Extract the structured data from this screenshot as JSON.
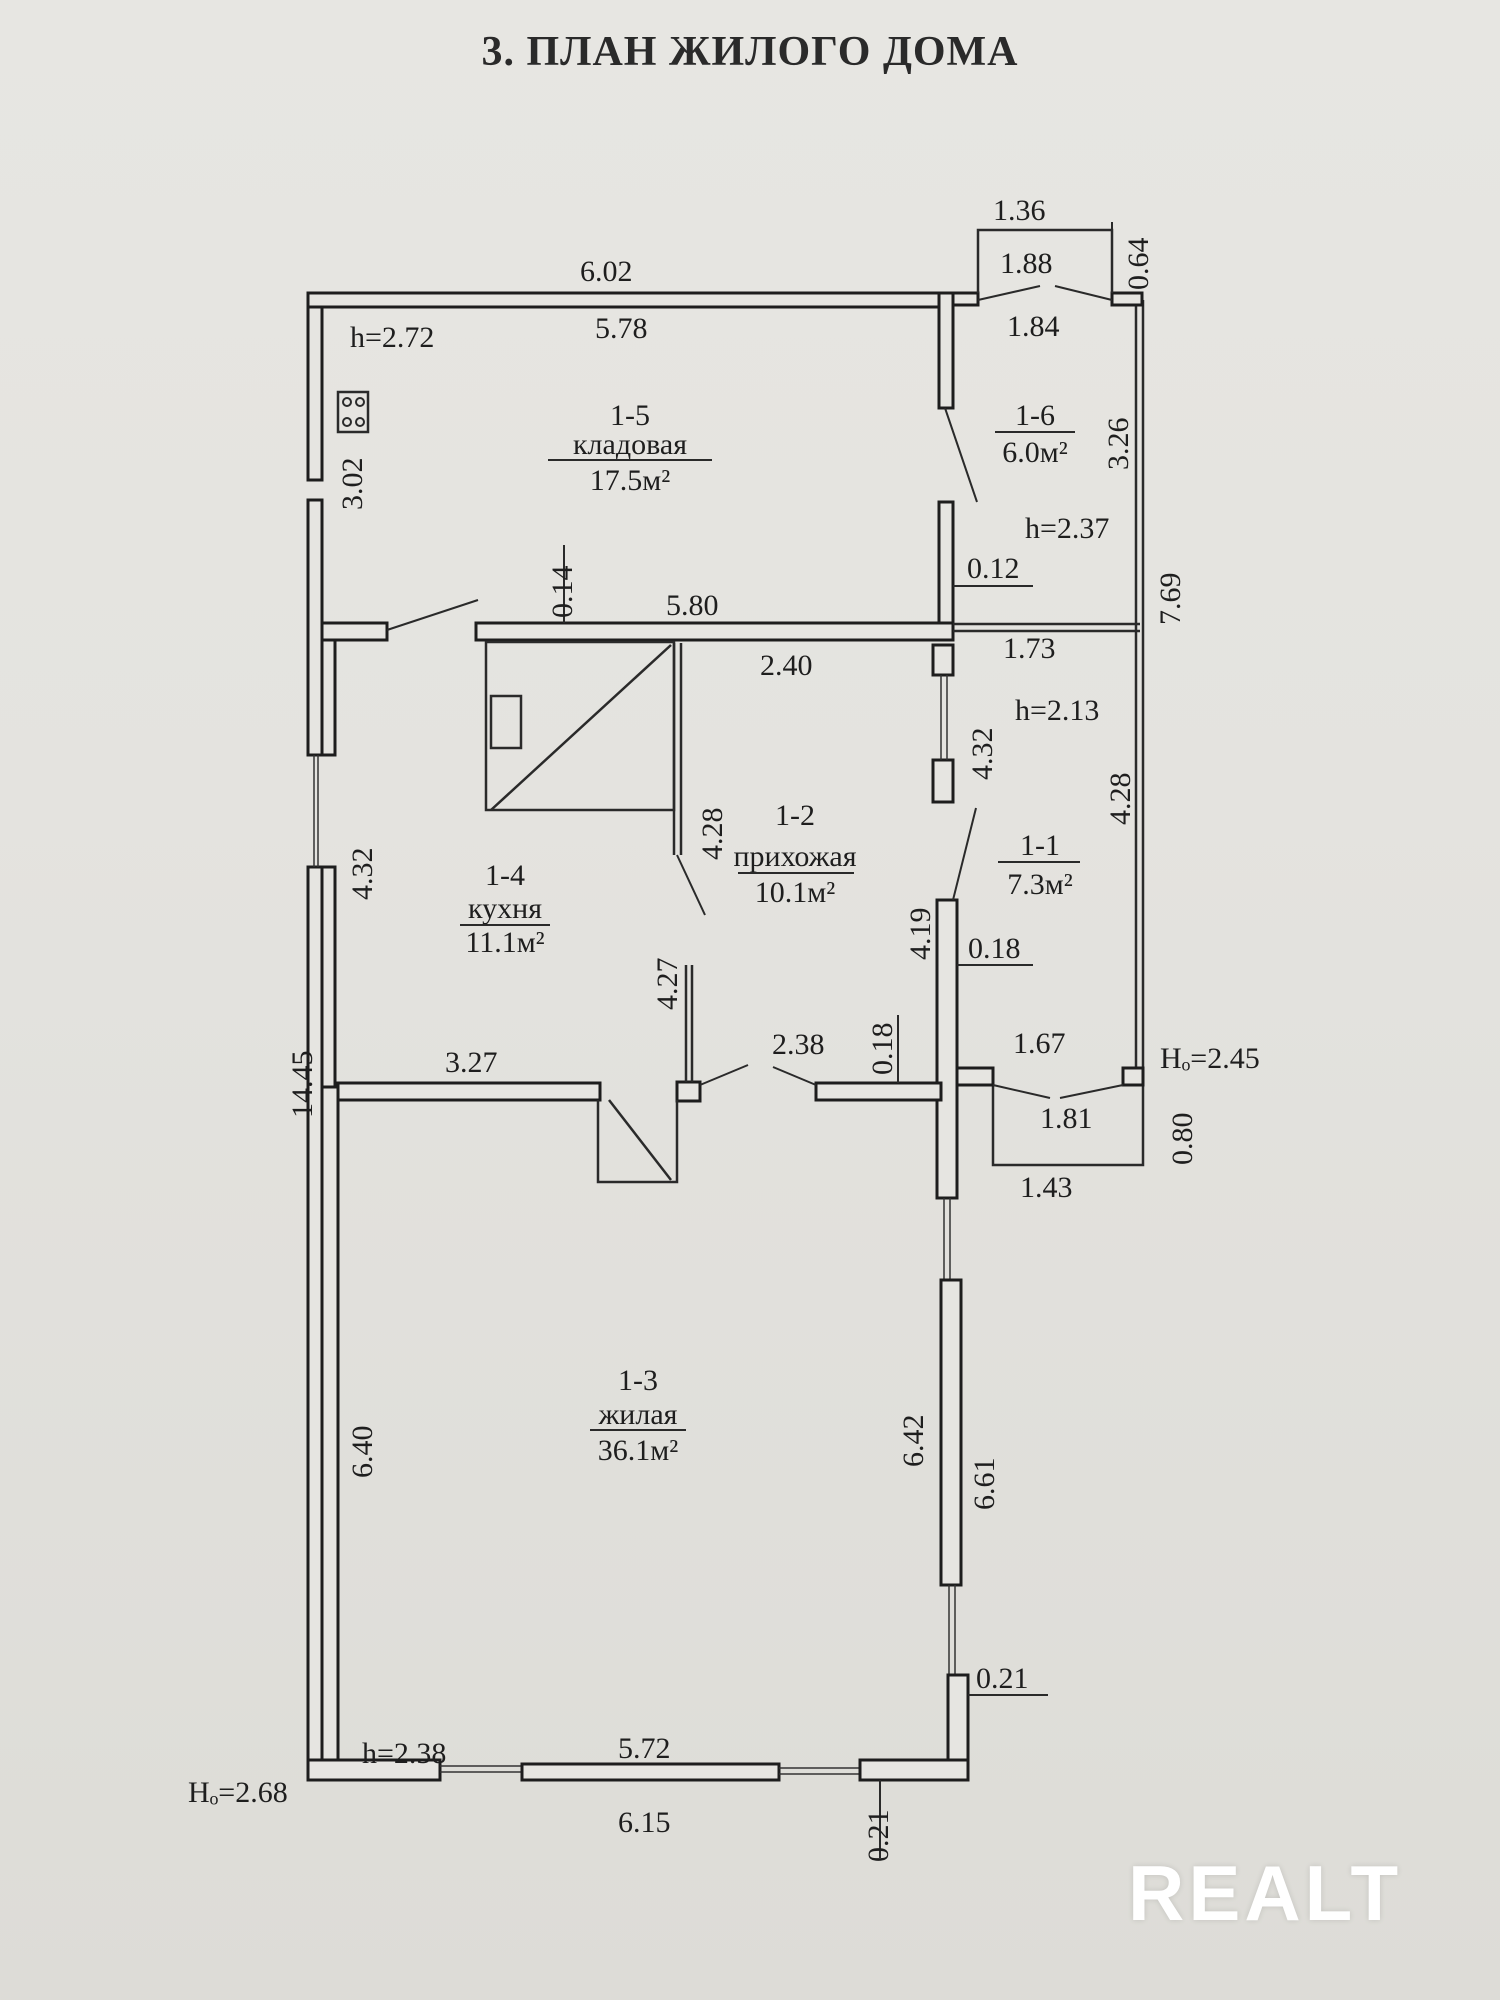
{
  "title": "3. ПЛАН ЖИЛОГО ДОМА",
  "logo": "REALT",
  "rooms": [
    {
      "id": "1-5",
      "name": "кладовая",
      "area": "17.5м²"
    },
    {
      "id": "1-6",
      "name": "",
      "area": "6.0м²"
    },
    {
      "id": "1-2",
      "name": "прихожая",
      "area": "10.1м²"
    },
    {
      "id": "1-1",
      "name": "",
      "area": "7.3м²"
    },
    {
      "id": "1-4",
      "name": "кухня",
      "area": "11.1м²"
    },
    {
      "id": "1-3",
      "name": "жилая",
      "area": "36.1м²"
    }
  ],
  "heights": {
    "h_storage": "h=2.72",
    "h_room16": "h=2.37",
    "h_room11": "h=2.13",
    "h_living": "h=2.38",
    "ho_right": "Hₒ=2.45",
    "ho_left": "Hₒ=2.68"
  },
  "dimensions": {
    "top_overall": "6.02",
    "storage_width": "5.78",
    "porch_top": "1.36",
    "porch_inner": "1.88",
    "porch_side": "0.64",
    "room16_width": "1.84",
    "room16_depth": "3.26",
    "storage_depth": "3.02",
    "wall_014": "0.14",
    "partition_580": "5.80",
    "wall_012": "0.12",
    "right_overall": "7.69",
    "room11_top": "1.73",
    "hall_width": "2.40",
    "room11_wall": "4.32",
    "room11_depth": "4.28",
    "kitchen_depth": "4.32",
    "hall_depth": "4.28",
    "left_overall": "14.45",
    "hall_right": "4.19",
    "wall_018a": "0.18",
    "kitchen_right": "4.27",
    "kitchen_width": "3.27",
    "door_238": "2.38",
    "wall_018b": "0.18",
    "room11_bottom": "1.67",
    "porch_181": "1.81",
    "porch_080": "0.80",
    "porch_143": "1.43",
    "living_depth": "6.40",
    "living_inner_right": "6.42",
    "living_outer_right": "6.61",
    "wall_021_right": "0.21",
    "living_width": "5.72",
    "bottom_overall": "6.15",
    "wall_021_bottom": "0.21"
  }
}
